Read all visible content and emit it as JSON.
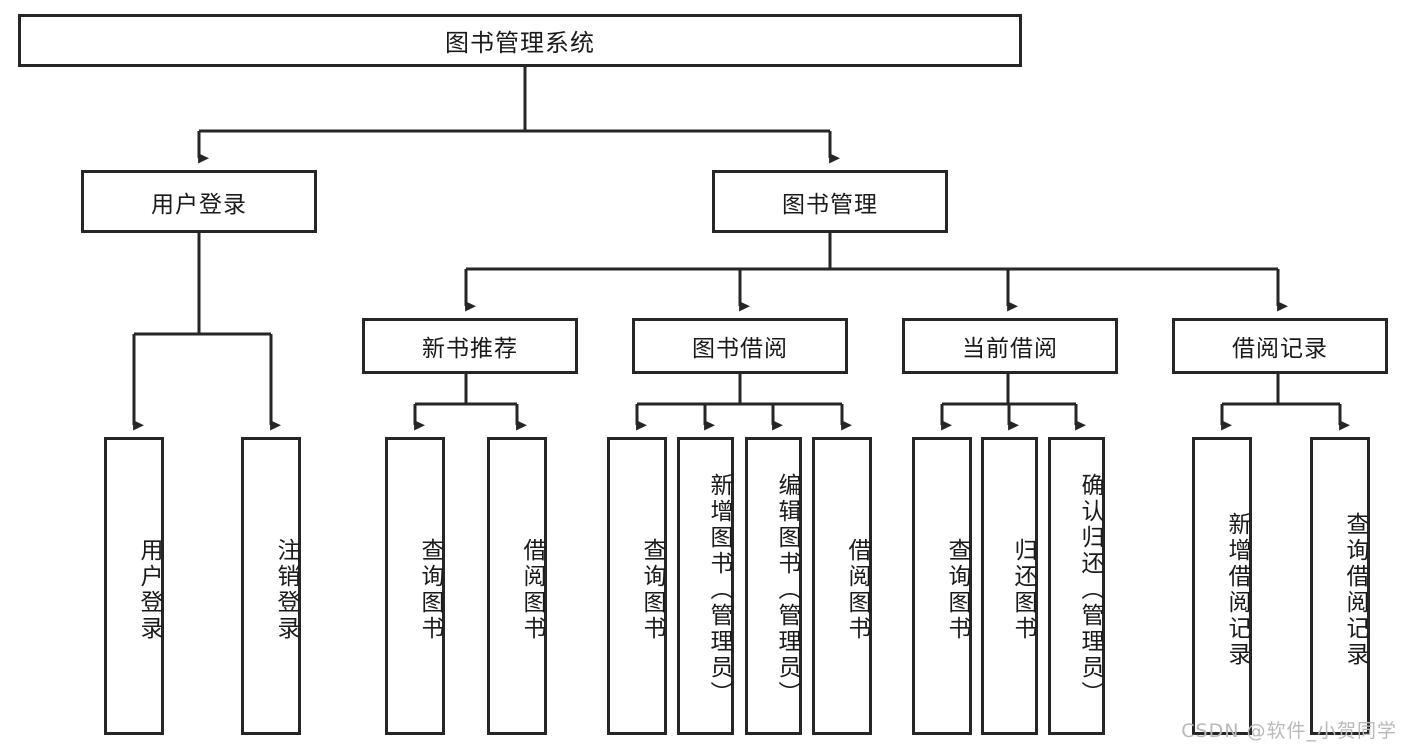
{
  "diagram": {
    "type": "tree-hierarchy",
    "title": "图书管理系统",
    "watermark": "CSDN @软件_小贺同学",
    "colors": {
      "border": "#262626",
      "background": "#ffffff",
      "text": "#1a1a1a",
      "watermark": "#b9b9b9"
    },
    "levels": {
      "root": {
        "label": "图书管理系统"
      },
      "level2": [
        {
          "label": "用户登录"
        },
        {
          "label": "图书管理"
        }
      ],
      "level3": [
        {
          "label": "新书推荐"
        },
        {
          "label": "图书借阅"
        },
        {
          "label": "当前借阅"
        },
        {
          "label": "借阅记录"
        }
      ],
      "leaves": {
        "user_login": [
          {
            "label": "用户登录"
          },
          {
            "label": "注销登录"
          }
        ],
        "new_book": [
          {
            "label": "查询图书"
          },
          {
            "label": "借阅图书"
          }
        ],
        "book_borrow": [
          {
            "label": "查询图书"
          },
          {
            "label": "新增图书（管理员）"
          },
          {
            "label": "编辑图书（管理员）"
          },
          {
            "label": "借阅图书"
          }
        ],
        "current_borrow": [
          {
            "label": "查询图书"
          },
          {
            "label": "归还图书"
          },
          {
            "label": "确认归还（管理员）"
          }
        ],
        "borrow_record": [
          {
            "label": "新增借阅记录"
          },
          {
            "label": "查询借阅记录"
          }
        ]
      }
    }
  }
}
